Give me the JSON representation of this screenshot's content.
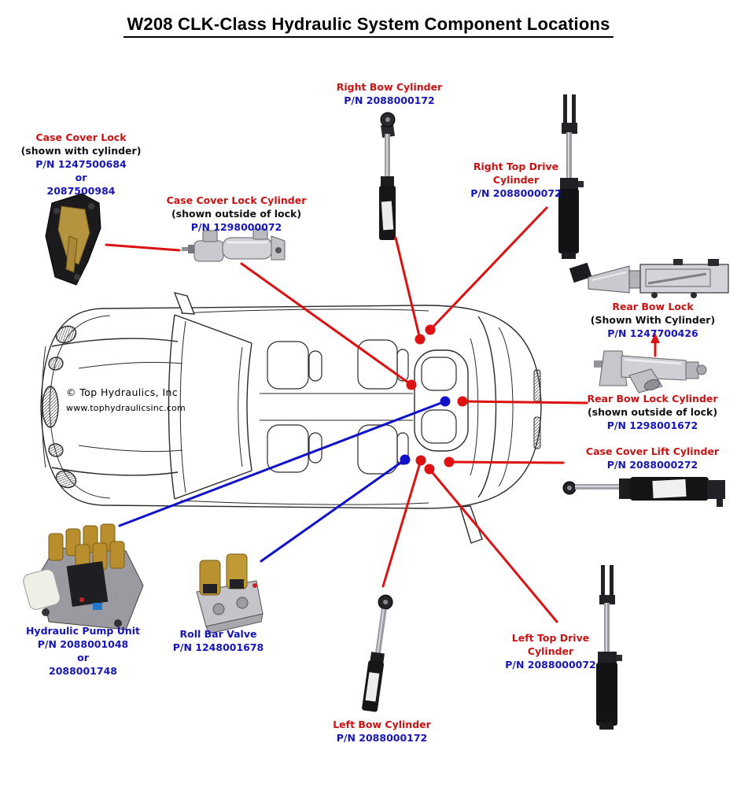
{
  "title": "W208 CLK-Class Hydraulic System Component Locations",
  "watermark": {
    "company": "© Top Hydraulics, Inc",
    "website": "www.tophydraulicsinc.com"
  },
  "colors": {
    "label_red": "#cc1111",
    "pn_blue": "#1515bb",
    "note_black": "#111111",
    "leader_red": "#dd1111",
    "leader_blue": "#1111cc"
  },
  "labels": {
    "right_bow_cylinder": {
      "name": "Right Bow Cylinder",
      "pn": "P/N 2088000172"
    },
    "case_cover_lock": {
      "name": "Case Cover Lock",
      "note": "(shown with cylinder)",
      "pn": "P/N 1247500684",
      "or": "or",
      "pn_alt": "2087500984"
    },
    "case_cover_lock_cylinder": {
      "name": "Case Cover Lock Cylinder",
      "note": "(shown outside of lock)",
      "pn": "P/N 1298000072"
    },
    "right_top_drive_cylinder": {
      "name": "Right Top Drive Cylinder",
      "pn": "P/N 2088000072"
    },
    "rear_bow_lock": {
      "name": "Rear Bow Lock",
      "note": "(Shown With Cylinder)",
      "pn": "P/N 1247700426"
    },
    "rear_bow_lock_cylinder": {
      "name": "Rear Bow Lock Cylinder",
      "note": "(shown outside of lock)",
      "pn": "P/N 1298001672"
    },
    "case_cover_lift_cylinder": {
      "name": "Case Cover Lift Cylinder",
      "pn": "P/N 2088000272"
    },
    "hydraulic_pump_unit": {
      "name": "Hydraulic Pump Unit",
      "pn": "P/N 2088001048",
      "or": "or",
      "pn_alt": "2088001748"
    },
    "roll_bar_valve": {
      "name": "Roll Bar Valve",
      "pn": "P/N 1248001678"
    },
    "left_bow_cylinder": {
      "name": "Left Bow Cylinder",
      "pn": "P/N 2088000172"
    },
    "left_top_drive_cylinder": {
      "name": "Left Top Drive Cylinder",
      "pn": "P/N 2088000072"
    }
  }
}
